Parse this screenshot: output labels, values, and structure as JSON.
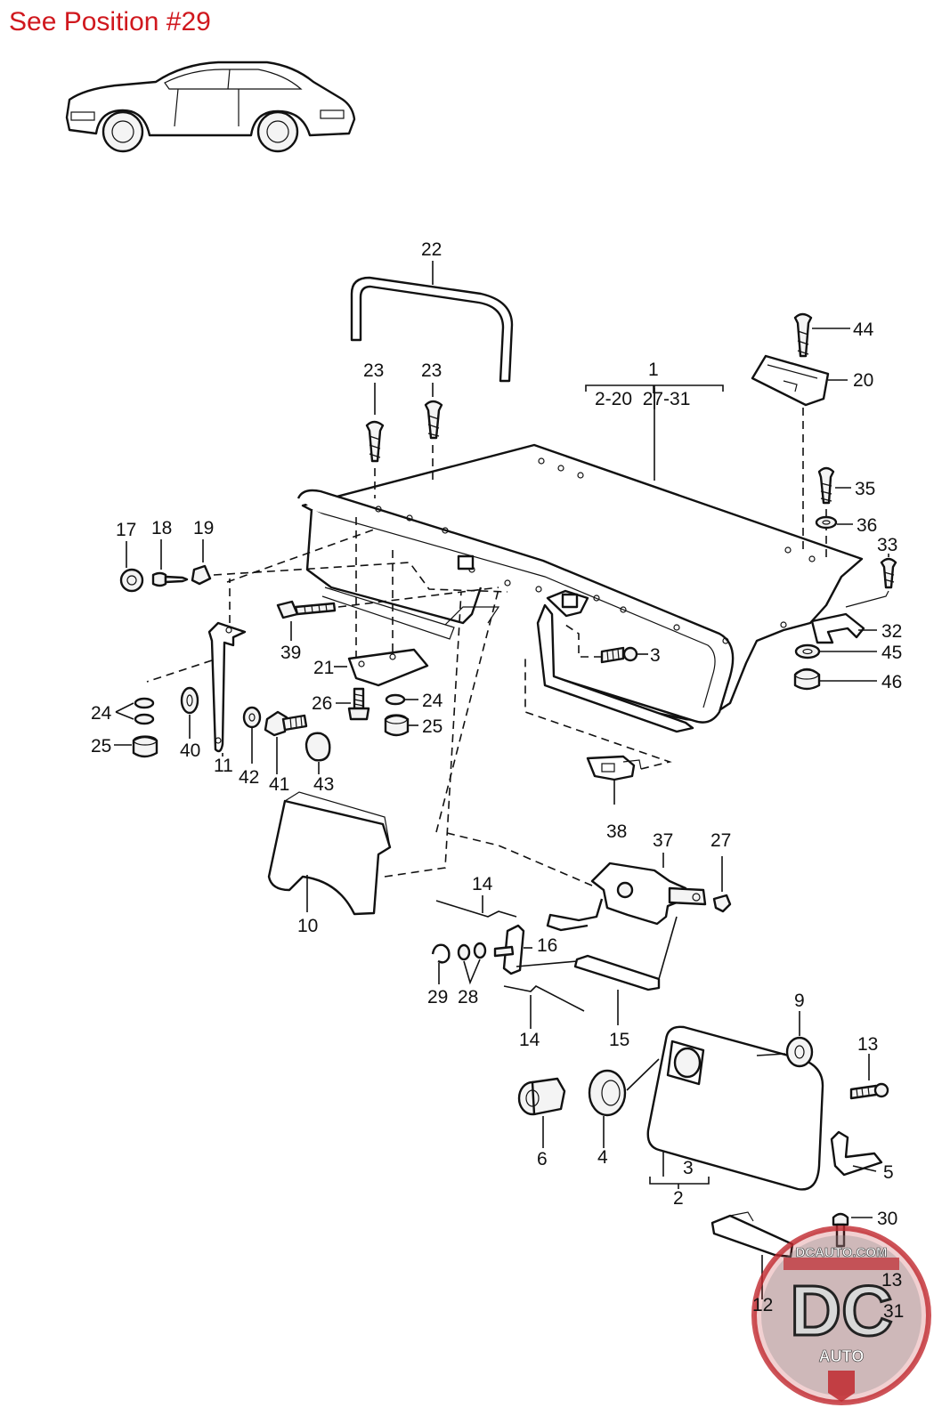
{
  "header": {
    "title": "See Position #29"
  },
  "labels": {
    "p1": "1",
    "p1_ranges": "2-20  27-31",
    "p2": "2",
    "p3": "3",
    "p3b": "3",
    "p4": "4",
    "p5": "5",
    "p6": "6",
    "p9": "9",
    "p10": "10",
    "p11": "11",
    "p12": "12",
    "p13": "13",
    "p13b": "13",
    "p14": "14",
    "p14b": "14",
    "p15": "15",
    "p16": "16",
    "p17": "17",
    "p18": "18",
    "p19": "19",
    "p20": "20",
    "p21": "21",
    "p22": "22",
    "p23": "23",
    "p23b": "23",
    "p24": "24",
    "p24b": "24",
    "p25": "25",
    "p25b": "25",
    "p26": "26",
    "p27": "27",
    "p28": "28",
    "p29": "29",
    "p30": "30",
    "p31": "31",
    "p32": "32",
    "p33": "33",
    "p35": "35",
    "p36": "36",
    "p37": "37",
    "p38": "38",
    "p39": "39",
    "p40": "40",
    "p41": "41",
    "p42": "42",
    "p43": "43",
    "p44": "44",
    "p45": "45",
    "p46": "46"
  },
  "watermark": {
    "site": "DCAUTO.COM",
    "letters": "DC",
    "word": "AUTO"
  },
  "colors": {
    "header": "#d0181e",
    "watermark_red": "#c0282e"
  }
}
